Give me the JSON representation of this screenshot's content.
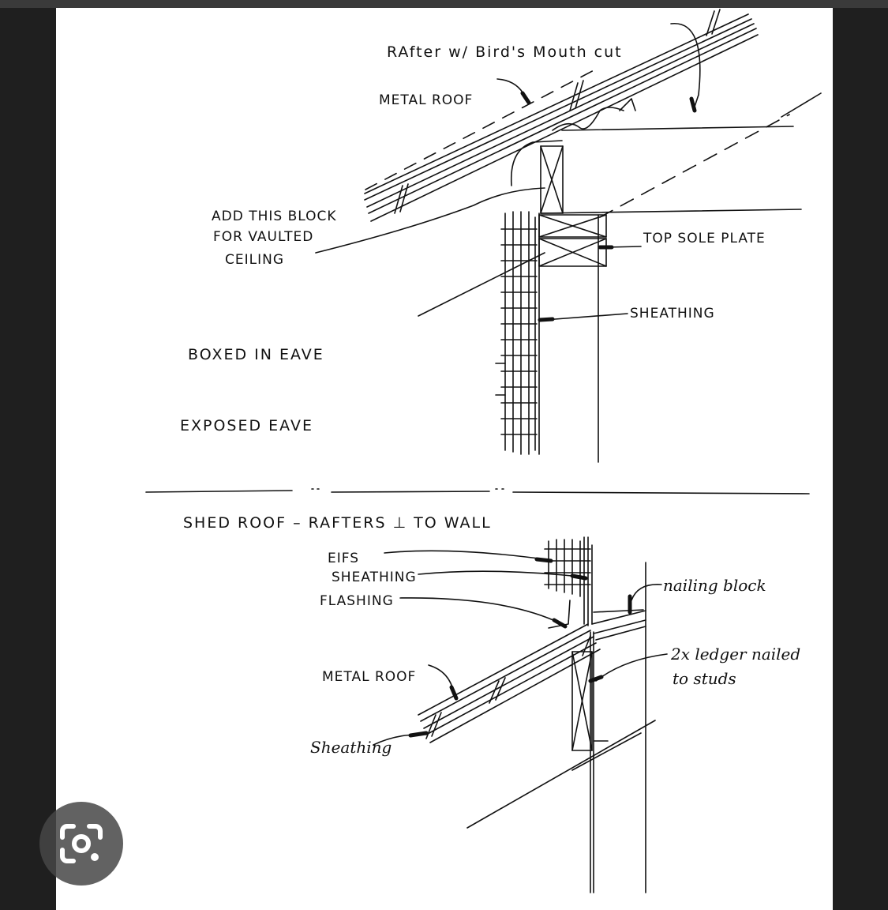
{
  "labels": {
    "rafter_birds_mouth": "RAfter w/ Bird's Mouth cut",
    "metal_roof_top": "METAL ROOF",
    "add_block_line1": "ADD THIS BLOCK",
    "add_block_line2": "FOR VAULTED",
    "add_block_line3": "CEILING",
    "top_sole_plate": "TOP SOLE PLATE",
    "sheathing_top": "SHEATHING",
    "boxed_in_eave": "BOXED IN EAVE",
    "exposed_eave": "EXPOSED EAVE",
    "shed_roof_title": "SHED ROOF – RAFTERS ⊥ TO WALL",
    "eifs": "EIFS",
    "sheathing_mid": "SHEATHING",
    "flashing": "FLASHING",
    "nailing_block": "nailing block",
    "ledger_line1": "2x ledger nailed",
    "ledger_line2": "to studs",
    "metal_roof_bottom": "METAL ROOF",
    "sheathing_bottom": "Sheathing"
  },
  "colors": {
    "ink": "#111111",
    "paper": "#ffffff",
    "backdrop": "#1f1f1f"
  },
  "icons": {
    "lens": "google-lens-icon"
  }
}
